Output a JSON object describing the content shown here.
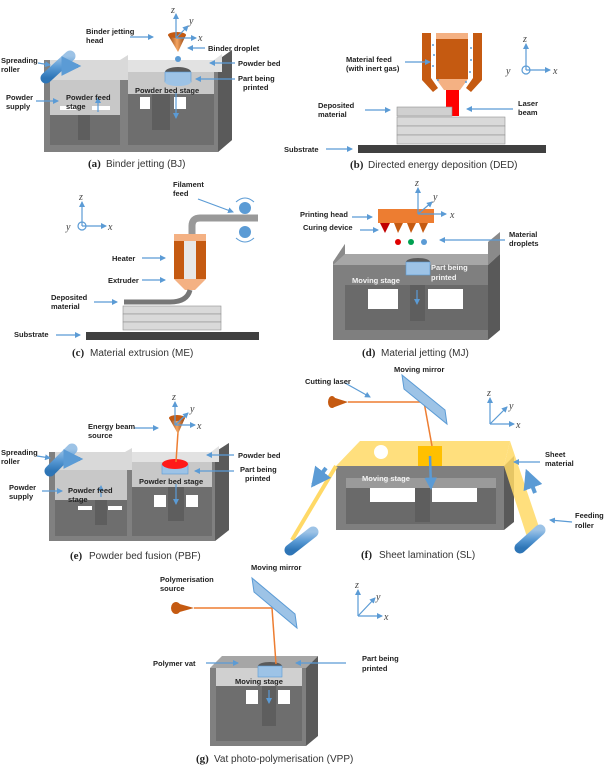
{
  "panels": {
    "a": {
      "letter": "(a)",
      "title": "Binder jetting (BJ)",
      "labels": {
        "head": [
          "Binder jetting",
          "head"
        ],
        "droplet": "Binder droplet",
        "roller": [
          "Spreading",
          "roller"
        ],
        "powder_bed": "Powder bed",
        "part": [
          "Part being",
          "printed"
        ],
        "supply": [
          "Powder",
          "supply"
        ],
        "feed_stage": [
          "Powder feed",
          "stage"
        ],
        "bed_stage": "Powder bed stage"
      },
      "axes": {
        "z": "z",
        "y": "y",
        "x": "x"
      }
    },
    "b": {
      "letter": "(b)",
      "title": "Directed energy deposition (DED)",
      "labels": {
        "feed": [
          "Material feed",
          "(with inert gas)"
        ],
        "deposited": [
          "Deposited",
          "material"
        ],
        "laser": [
          "Laser",
          "beam"
        ],
        "substrate": "Substrate"
      },
      "axes": {
        "z": "z",
        "y": "y",
        "x": "x"
      }
    },
    "c": {
      "letter": "(c)",
      "title": "Material extrusion (ME)",
      "labels": {
        "filament": [
          "Filament",
          "feed"
        ],
        "heater": "Heater",
        "extruder": "Extruder",
        "deposited": [
          "Deposited",
          "material"
        ],
        "substrate": "Substrate"
      },
      "axes": {
        "z": "z",
        "y": "y",
        "x": "x"
      }
    },
    "d": {
      "letter": "(d)",
      "title": "Material jetting (MJ)",
      "labels": {
        "head": "Printing head",
        "curing": "Curing device",
        "droplets": [
          "Material",
          "droplets"
        ],
        "stage": "Moving stage",
        "part": [
          "Part being",
          "printed"
        ]
      },
      "axes": {
        "z": "z",
        "y": "y",
        "x": "x"
      }
    },
    "e": {
      "letter": "(e)",
      "title": "Powder bed fusion (PBF)",
      "labels": {
        "source": [
          "Energy beam",
          "source"
        ],
        "roller": [
          "Spreading",
          "roller"
        ],
        "powder_bed": "Powder bed",
        "part": [
          "Part being",
          "printed"
        ],
        "supply": [
          "Powder",
          "supply"
        ],
        "feed_stage": [
          "Powder feed",
          "stage"
        ],
        "bed_stage": "Powder bed stage"
      },
      "axes": {
        "z": "z",
        "y": "y",
        "x": "x"
      }
    },
    "f": {
      "letter": "(f)",
      "title": "Sheet lamination (SL)",
      "labels": {
        "mirror": "Moving mirror",
        "laser": "Cutting laser",
        "sheet": [
          "Sheet",
          "material"
        ],
        "stage": "Moving stage",
        "roller": [
          "Feeding",
          "roller"
        ]
      },
      "axes": {
        "z": "z",
        "y": "y",
        "x": "x"
      }
    },
    "g": {
      "letter": "(g)",
      "title": "Vat photo-polymerisation (VPP)",
      "labels": {
        "mirror": "Moving mirror",
        "source": [
          "Polymerisation",
          "source"
        ],
        "vat": "Polymer vat",
        "part": [
          "Part being",
          "printed"
        ],
        "stage": "Moving stage"
      },
      "axes": {
        "z": "z",
        "y": "y",
        "x": "x"
      }
    }
  },
  "colors": {
    "arrow_blue": "#5b9bd5",
    "orange": "#c55a11",
    "light_orange": "#f4b183",
    "box_gray": "#7f7f7f",
    "dark_gray": "#595959",
    "light_gray": "#bfbfbf",
    "laser_red": "#ff0000",
    "sheet_yellow": "#ffd966"
  }
}
